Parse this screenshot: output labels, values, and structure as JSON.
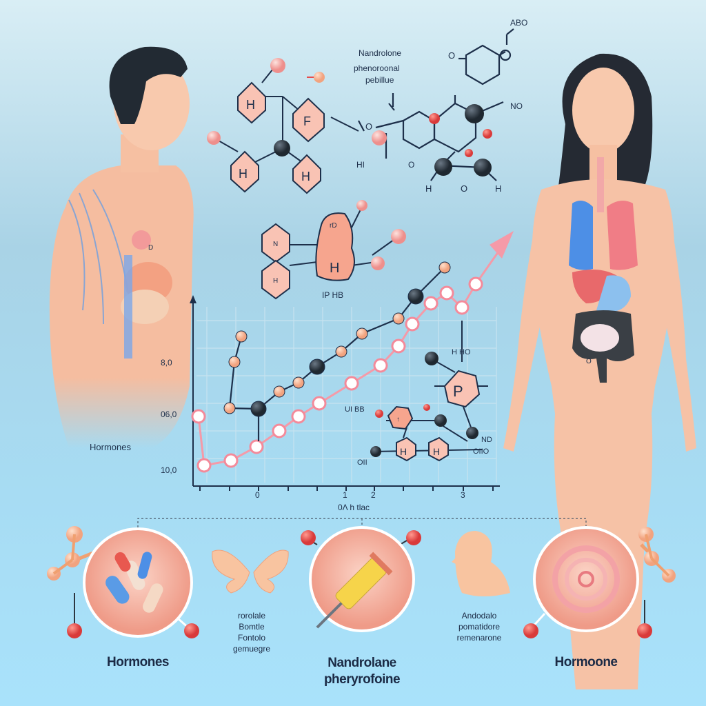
{
  "molecule_top": {
    "title_lines": [
      "Nandrolone",
      "phenoroonal",
      "pebillue"
    ],
    "abo": "ABO",
    "o_left": "O",
    "no2": "NO",
    "hi": "HI",
    "o_mid": "O",
    "h_left": "H",
    "o_bottom": "O",
    "h_right": "H",
    "o_ring": "O",
    "ring_labels": [
      "H",
      "F",
      "H",
      "H"
    ]
  },
  "molecule_mid": {
    "ring_labels": [
      "N",
      "H",
      "H"
    ],
    "rd": "rD",
    "caption": "IP HB"
  },
  "man": {
    "label_d": "D",
    "label": "Hormones"
  },
  "woman": {
    "label_o": "O"
  },
  "chart": {
    "y_ticks": [
      "8,0",
      "06,0",
      "10,0"
    ],
    "x_ticks": [
      "0",
      "1",
      "2",
      "3"
    ],
    "x_label": "0Λ h tlac",
    "annotations": {
      "hho": "H HO",
      "uibb": "UI BB",
      "nd": "ND",
      "oiio": "OIIO",
      "oii": "OII",
      "p": "P",
      "h1": "H",
      "h2": "H",
      "arrow": "↑"
    }
  },
  "bottom": {
    "items": [
      {
        "title": "Hormones"
      },
      {
        "text_lines": [
          "rorolale",
          "Bomtle",
          "Fontolo",
          "gemuegre"
        ]
      },
      {
        "title_lines": [
          "Nandrolane",
          "pheryrofoine"
        ]
      },
      {
        "text_lines": [
          "Andodalo",
          "pomatidore",
          "remenarone"
        ]
      },
      {
        "title": "Hormoone"
      }
    ]
  },
  "colors": {
    "pink": "#f4a3ad",
    "atom_dark": "#2c3640",
    "atom_red": "#e74c4c",
    "skin": "#f8c5a8",
    "lung_blue": "#4d8fe6",
    "lung_red": "#f07d86"
  }
}
